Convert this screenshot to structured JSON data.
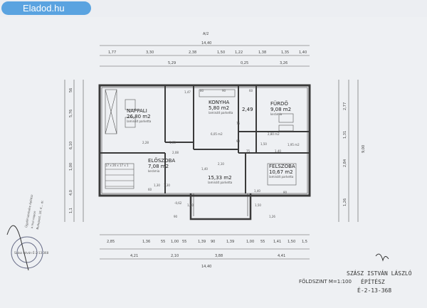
{
  "watermark": {
    "brand": "Eladod",
    "tld": ".hu"
  },
  "drawing": {
    "section_mark": "A/2",
    "total_top": "14,40",
    "total_bottom": "14,40",
    "top_dims_row1": [
      "1,77",
      "3,30",
      "2,38",
      "1,50",
      "1,22",
      "1,38",
      "1,35",
      "1,40"
    ],
    "top_dims_row2": [
      "5,29",
      "0,25",
      "3,26"
    ],
    "bottom_dims_row1": [
      "2,85",
      "1,36",
      "55",
      "1,00",
      "55",
      "1,39",
      "90",
      "1,39",
      "1,00",
      "55",
      "1,41",
      "1,50",
      "1,5"
    ],
    "bottom_dims_row2": [
      "4,21",
      "2,10",
      "3,88",
      "4,41"
    ],
    "left_dims": [
      "56",
      "5,76",
      "6,10",
      "1,00",
      "4,0",
      "1,1"
    ],
    "right_dims": [
      "2,77",
      "1,31",
      "2,84",
      "1,26",
      "9,00"
    ],
    "rooms": [
      {
        "name": "NAPPALI",
        "area": "26,80 m2",
        "floor": "laminált parketta"
      },
      {
        "name": "KONYHA",
        "area": "5,80 m2",
        "floor": "laminált parketta"
      },
      {
        "name": "FÜRDŐ",
        "area": "9,08 m2",
        "floor": "kerámia"
      },
      {
        "name": "ELŐSZOBA",
        "area": "7,08 m2",
        "floor": "kerámia"
      },
      {
        "name": "",
        "area": "15,33 m2",
        "floor": "laminált parketta"
      },
      {
        "name": "FELSZOBA",
        "area": "10,67 m2",
        "floor": "laminált parketta"
      }
    ],
    "small_areas": [
      "2,49",
      "2,80 m2",
      "6,05 m2",
      "1,95 m2"
    ],
    "inner_dims": [
      "2,28",
      "1,60",
      "2,08",
      "2,10",
      "1,47",
      "1,40",
      "80",
      "90",
      "60",
      "76",
      "90",
      "75",
      "1,50",
      "1,40",
      "60",
      "1,30",
      "1,30",
      "-0,62",
      "90",
      "1,40",
      "1,50",
      "1,40",
      "1,26",
      "80"
    ],
    "stair": "17 x 26 x 17 x 1",
    "title": "FÖLDSZINT M=1:100",
    "architect_name": "SZÁSZ ISTVÁN LÁSZLÓ",
    "architect_role": "ÉPÍTÉSZ",
    "architect_reg": "É-2-13-368",
    "stamp_text": "Szász István É-2-13-368",
    "margin_notes": [
      "Ügyfél kérésére építész",
      "a mai napon",
      "Budapest, 18. K... dr."
    ]
  },
  "colors": {
    "badge": "#5aa3e0",
    "paper": "#eceef2",
    "ink": "#3a3a3a",
    "stamp": "#6a6f8a"
  }
}
